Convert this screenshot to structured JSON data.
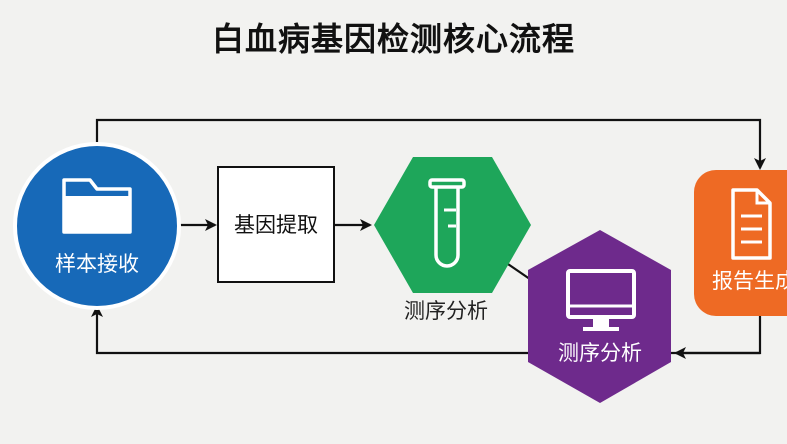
{
  "title": "白血病基因检测核心流程",
  "colors": {
    "background": "#f2f2f0",
    "sample_node": "#1769b8",
    "sequencing_node": "#1ea65a",
    "analysis_node": "#6e2a8c",
    "report_node": "#ee6a24",
    "edge": "#111111"
  },
  "nodes": {
    "sample": {
      "label": "样本接收",
      "icon": "folder-icon"
    },
    "extract": {
      "label": "基因提取"
    },
    "sequencing": {
      "label": "测序分析",
      "icon": "test-tube-icon"
    },
    "analysis": {
      "label": "测序分析",
      "icon": "monitor-icon"
    },
    "report": {
      "label": "报告生成",
      "icon": "document-icon"
    }
  }
}
